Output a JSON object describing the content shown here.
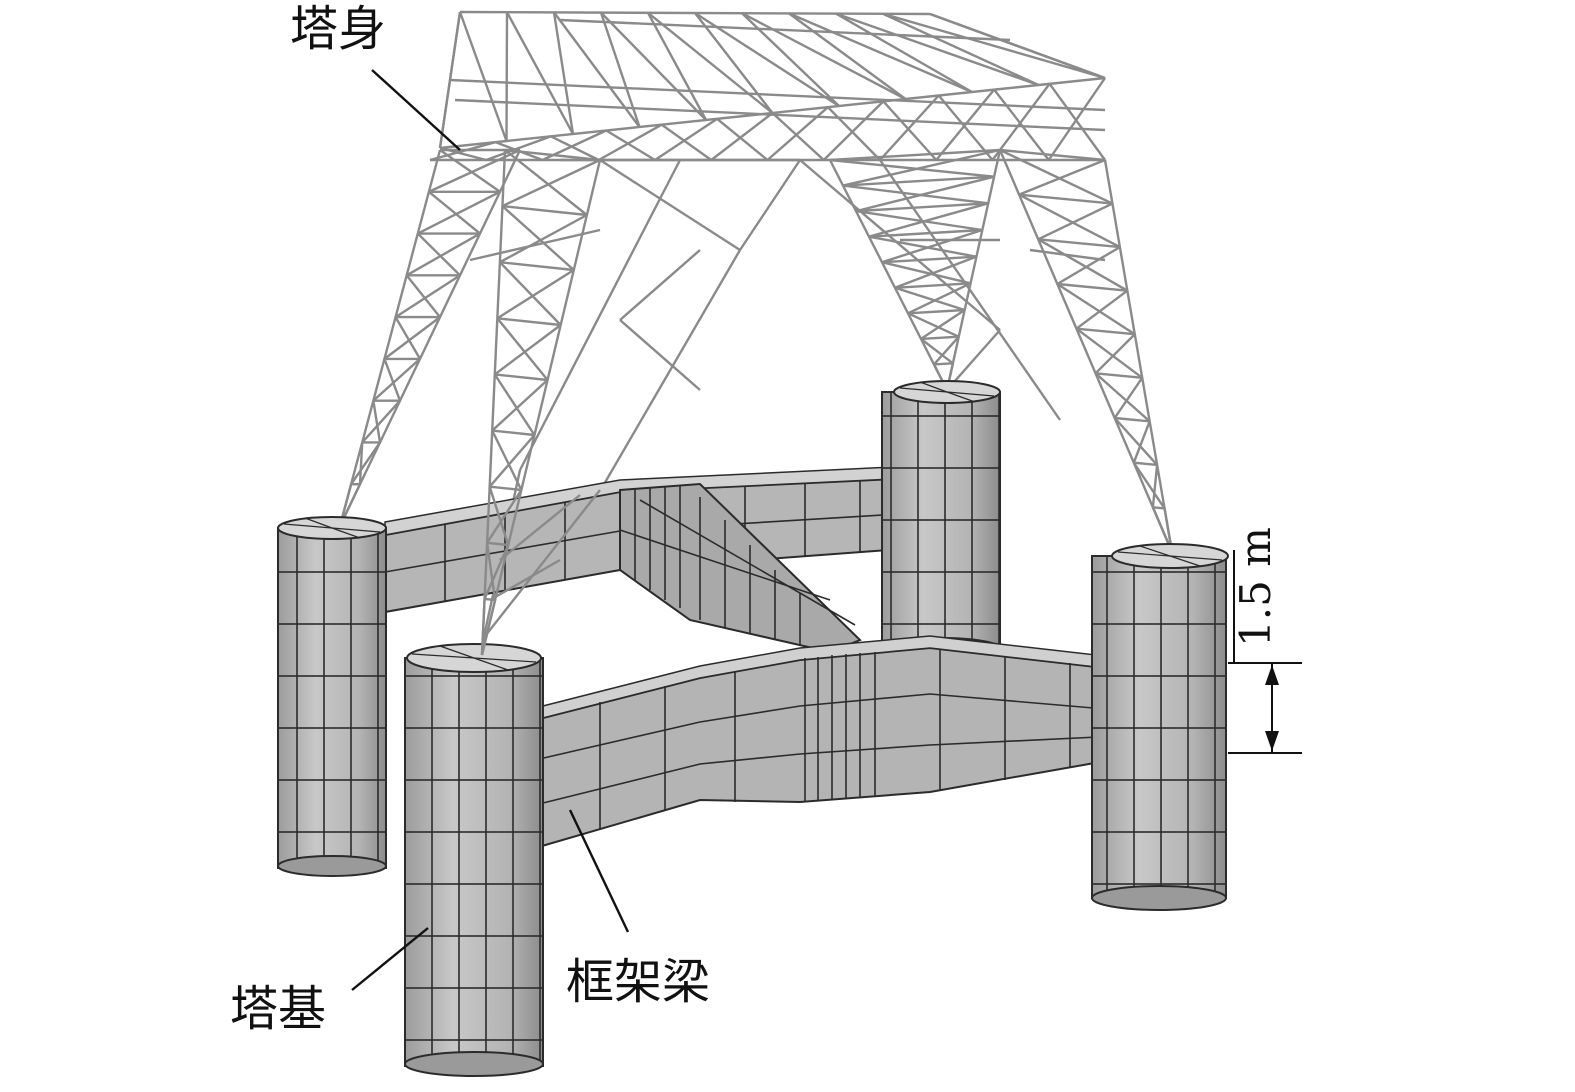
{
  "labels": {
    "tower_body": "塔身",
    "tower_base": "塔基",
    "frame_beam": "框架梁",
    "dimension": "1.5 m"
  },
  "colors": {
    "truss": "#8a8a8a",
    "concrete_front": "#b9b9b9",
    "concrete_side": "#8f8f8f",
    "concrete_top": "#d4d4d4",
    "mesh": "#2b2b2b"
  }
}
